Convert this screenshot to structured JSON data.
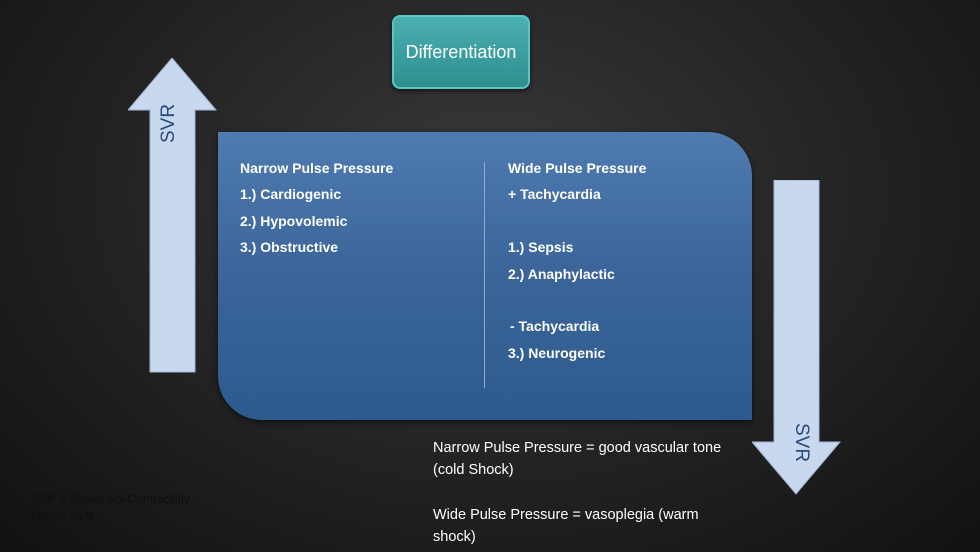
{
  "title": "Differentiation",
  "arrows": {
    "up_label": "SVR",
    "down_label": "SVR"
  },
  "narrow_column": {
    "heading": "Narrow Pulse Pressure",
    "items": [
      "1.) Cardiogenic",
      "2.) Hypovolemic",
      "3.) Obstructive"
    ]
  },
  "wide_column": {
    "heading": "Wide Pulse Pressure",
    "plus_tachy": "+ Tachycardia",
    "items_plus": [
      "1.) Sepsis",
      "2.) Anaphylactic"
    ],
    "minus_tachy": "- Tachycardia",
    "items_minus": [
      "3.) Neurogenic"
    ]
  },
  "notes": {
    "narrow": "Narrow Pulse Pressure = good vascular tone (cold Shock)",
    "wide": "Wide Pulse Pressure = vasoplegia  (warm shock)"
  },
  "footnote": {
    "line1": "SBP = Stroke Vol/Contractility",
    "line2": "DBP = SVR"
  },
  "colors": {
    "title_box": "#3aa0a0",
    "main_box": "#3b6599",
    "arrow_fill": "#c8d8ee"
  }
}
